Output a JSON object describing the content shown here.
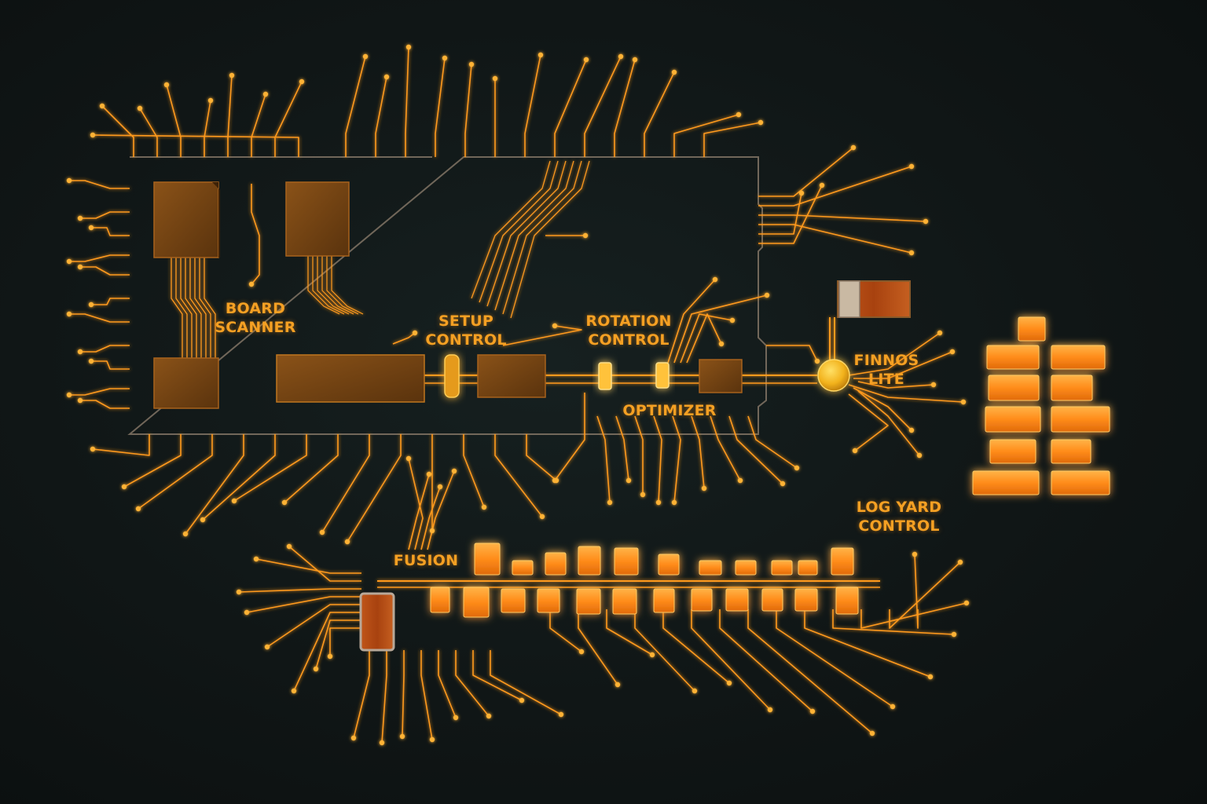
{
  "labels": {
    "board_scanner": "BOARD\nSCANNER",
    "setup_control": "SETUP\nCONTROL",
    "rotation_control": "ROTATION\nCONTROL",
    "optimizer": "OPTIMIZER",
    "finnos_lite": "FINNOS\nLITE",
    "log_yard_control": "LOG YARD\nCONTROL",
    "fusion": "FUSION"
  },
  "colors": {
    "trace": "#ff9a1f",
    "trace_dim": "#c86d12",
    "node": "#ffb234",
    "label": "#f5a023",
    "block_fill": "#6b3f12",
    "block_edge": "#a8621c",
    "board_outline": "#8a7a6a",
    "background": "#0f1414"
  }
}
